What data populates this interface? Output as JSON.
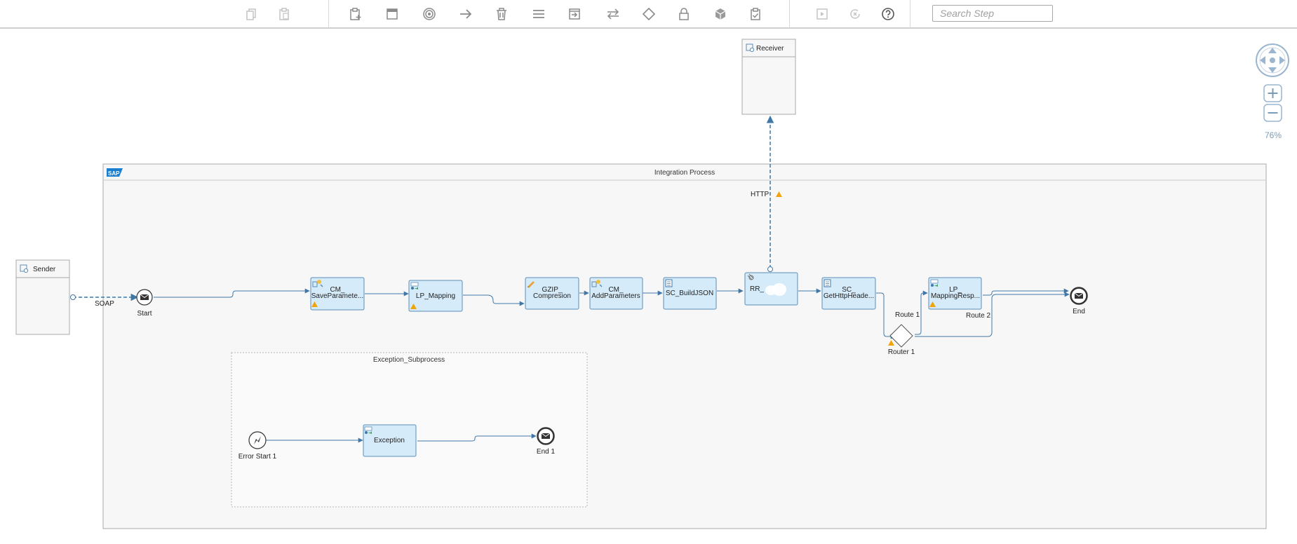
{
  "toolbar": {
    "buttons": [
      {
        "id": "copy",
        "icon": "copy-icon"
      },
      {
        "id": "paste",
        "icon": "paste-icon"
      },
      {
        "id": "add-step",
        "icon": "clipboard-add-icon"
      },
      {
        "id": "window",
        "icon": "window-icon"
      },
      {
        "id": "target",
        "icon": "target-icon"
      },
      {
        "id": "connect",
        "icon": "arrow-right-icon"
      },
      {
        "id": "delete",
        "icon": "trash-icon"
      },
      {
        "id": "menu",
        "icon": "menu-lines-icon"
      },
      {
        "id": "import",
        "icon": "import-icon"
      },
      {
        "id": "swap",
        "icon": "swap-arrows-icon"
      },
      {
        "id": "gateway",
        "icon": "diamond-icon"
      },
      {
        "id": "lock",
        "icon": "lock-icon"
      },
      {
        "id": "package",
        "icon": "cube-icon"
      },
      {
        "id": "checklist",
        "icon": "clipboard-check-icon"
      },
      {
        "id": "simulate",
        "icon": "play-icon"
      },
      {
        "id": "clear",
        "icon": "clear-icon"
      },
      {
        "id": "help",
        "icon": "help-icon"
      }
    ],
    "search_placeholder": "Search Step"
  },
  "zoom": {
    "label": "76%"
  },
  "diagram": {
    "sender": {
      "label": "Sender"
    },
    "receiver": {
      "label": "Receiver"
    },
    "process": {
      "title": "Integration Process",
      "logo": "SAP"
    },
    "subprocess": {
      "title": "Exception_Subprocess"
    },
    "channels": {
      "soap": "SOAP",
      "http": "HTTP"
    },
    "events": {
      "start": "Start",
      "end": "End",
      "error_start": "Error Start 1",
      "end1": "End 1"
    },
    "steps": {
      "save_params": [
        "CM_",
        "SaveParamete..."
      ],
      "lp_mapping": [
        "LP_Mapping"
      ],
      "gzip": [
        "GZIP_",
        "Compresion"
      ],
      "add_params": [
        "CM_",
        "AddParameters"
      ],
      "build_json": [
        "SC_BuildJSON"
      ],
      "rr": [
        "RR_"
      ],
      "get_http": [
        "SC_",
        "GetHttpHeade..."
      ],
      "lp_mapping_resp": [
        "LP_",
        "MappingResp..."
      ],
      "exception": [
        "Exception"
      ]
    },
    "router": {
      "label": "Router 1",
      "route1": "Route 1",
      "route2": "Route 2"
    },
    "colors": {
      "step_fill": "#d6ebf9",
      "step_border": "#5b8db8",
      "connector": "#3f78a8",
      "warning": "#f0a30a",
      "process_bg": "#f7f7f7",
      "pool_border": "#a9a9a9"
    }
  }
}
